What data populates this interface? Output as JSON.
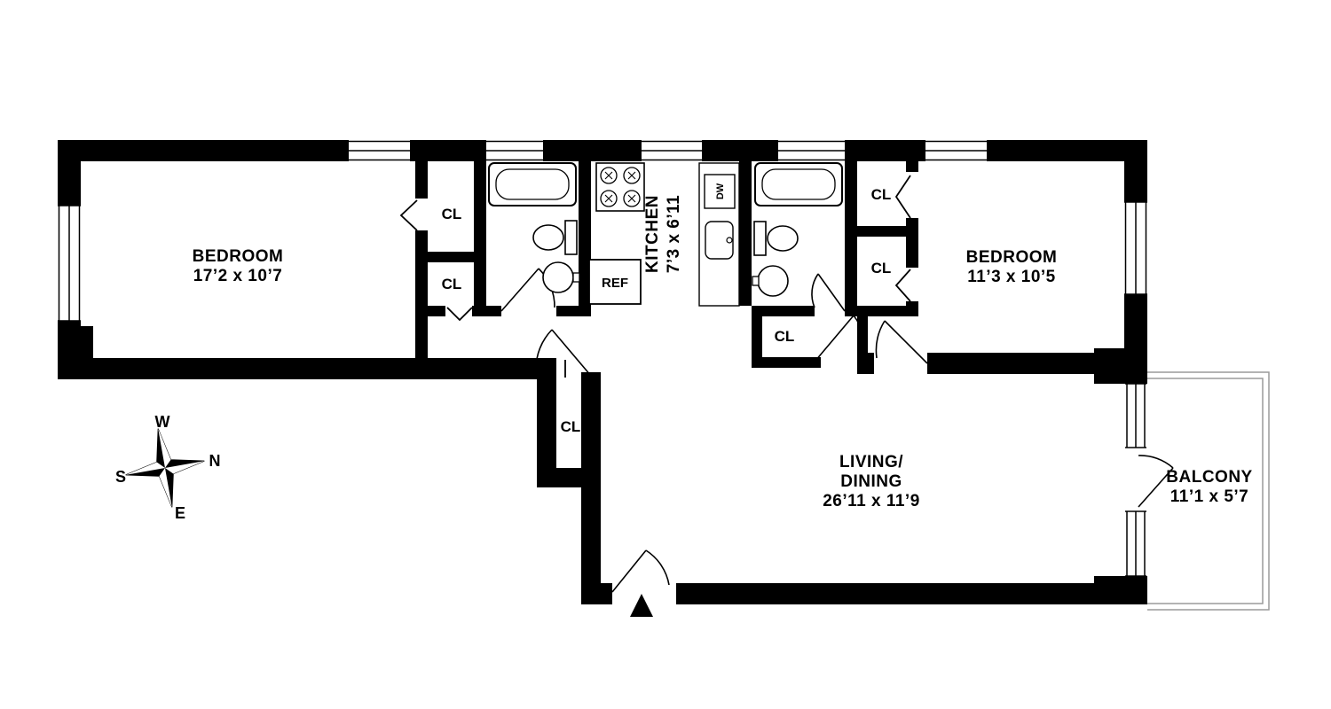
{
  "floor_plan": {
    "rooms": {
      "bedroom_left": {
        "name": "BEDROOM",
        "dims": "17’2 x 10’7"
      },
      "bedroom_right": {
        "name": "BEDROOM",
        "dims": "11’3 x 10’5"
      },
      "kitchen": {
        "name": "KITCHEN",
        "dims": "7’3 x 6’11"
      },
      "living_dining": {
        "line1": "LIVING/",
        "line2": "DINING",
        "dims": "26’11 x 11’9"
      },
      "balcony": {
        "name": "BALCONY",
        "dims": "11’1 x 5’7"
      }
    },
    "closet_label": "CL",
    "appliances": {
      "refrigerator": "REF",
      "dishwasher": "DW"
    },
    "compass": {
      "n": "N",
      "s": "S",
      "e": "E",
      "w": "W"
    },
    "colors": {
      "wall": "#000000",
      "background": "#ffffff",
      "balcony_line": "#9a9a9a"
    }
  }
}
